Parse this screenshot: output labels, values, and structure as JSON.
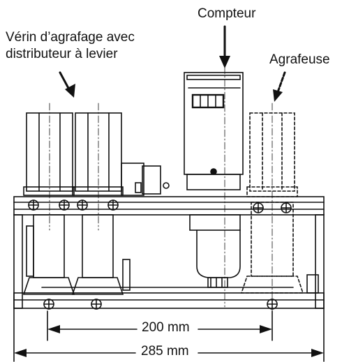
{
  "labels": {
    "compteur": "Compteur",
    "verin_line1": "Vérin d’agrafage avec",
    "verin_line2": "distributeur à levier",
    "agrafeuse": "Agrafeuse"
  },
  "dimensions": {
    "inner": "200 mm",
    "outer": "285 mm"
  },
  "colors": {
    "ink": "#111111",
    "background": "#ffffff"
  }
}
